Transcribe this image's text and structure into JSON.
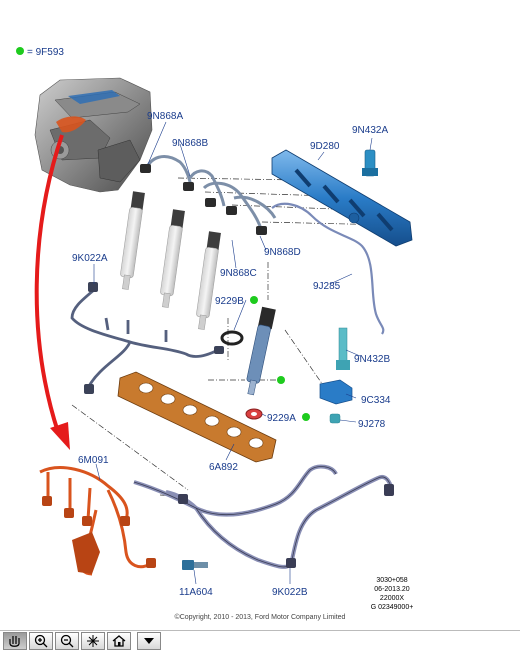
{
  "legend": {
    "symbol": "green-dot",
    "text": "= 9F593"
  },
  "labels": {
    "n9N868A": "9N868A",
    "n9N868B": "9N868B",
    "n9D280": "9D280",
    "n9N432A": "9N432A",
    "n9K022A": "9K022A",
    "n9N868D": "9N868D",
    "n9N868C": "9N868C",
    "n9J285": "9J285",
    "n9229B": "9229B",
    "n9N432B": "9N432B",
    "n9C334": "9C334",
    "n9229A": "9229A",
    "n9J278": "9J278",
    "n6A892": "6A892",
    "n6M091": "6M091",
    "n11A604": "11A604",
    "n9K022B": "9K022B"
  },
  "docref": {
    "line1": "3030+058",
    "line2": "06-2013.20",
    "line3": "22000X",
    "line4": "G 02349000+"
  },
  "copyright": "©Copyright, 2010 - 2013, Ford Motor Company Limited",
  "toolbar": {
    "buttons": [
      {
        "name": "pan-tool-button",
        "icon": "hand-icon"
      },
      {
        "name": "zoom-in-button",
        "icon": "zoom-in-icon"
      },
      {
        "name": "zoom-out-button",
        "icon": "zoom-out-icon"
      },
      {
        "name": "fit-to-window-button",
        "icon": "fit-icon"
      },
      {
        "name": "home-button",
        "icon": "home-icon"
      },
      {
        "name": "menu-dropdown-button",
        "icon": "dropdown-arrow-icon"
      }
    ]
  },
  "colors": {
    "label": "#1a3c8c",
    "fuel_rail": "#1f6fb8",
    "harness": "#d9541e",
    "pipe": "#8a8fb5",
    "dot": "#1ecb1e",
    "arrow": "#e51b1b"
  }
}
